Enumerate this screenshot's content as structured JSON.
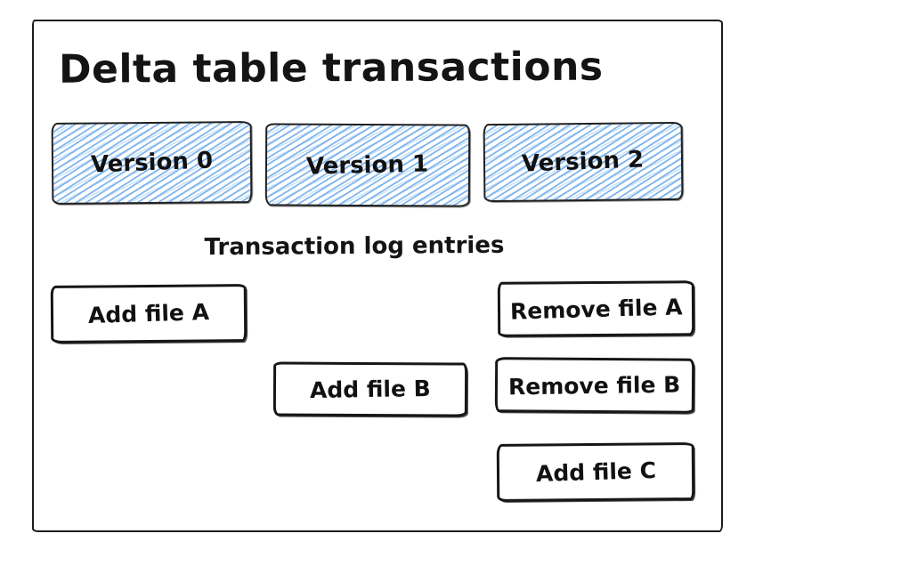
{
  "title": "Delta table transactions",
  "versions": [
    {
      "label": "Version 0"
    },
    {
      "label": "Version 1"
    },
    {
      "label": "Version 2"
    }
  ],
  "log": {
    "heading": "Transaction log entries",
    "entries": [
      {
        "label": "Add file A"
      },
      {
        "label": "Add file B"
      },
      {
        "label": "Remove file A"
      },
      {
        "label": "Remove file B"
      },
      {
        "label": "Add file C"
      }
    ]
  },
  "colors": {
    "stroke": "#1c1c1c",
    "hatch_blue": "#6ea9e9",
    "hatch_blue_light": "#97c7f6",
    "canvas_background": "#ffffff"
  }
}
